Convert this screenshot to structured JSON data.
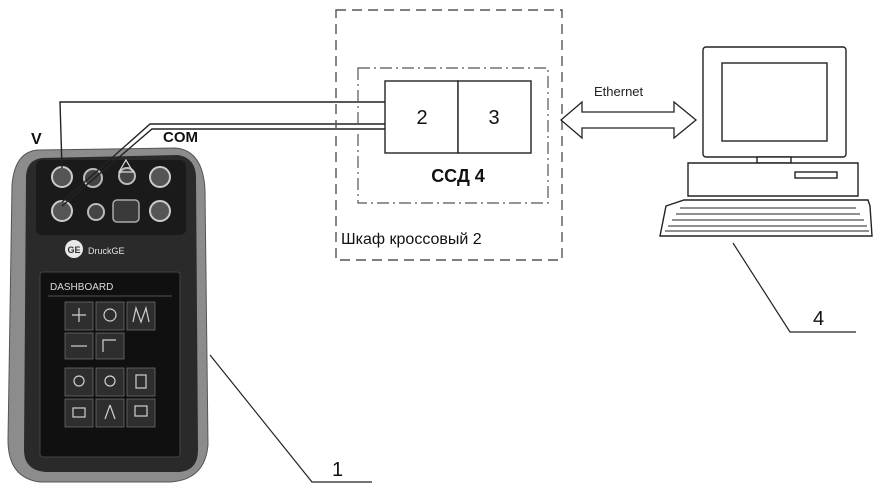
{
  "labels": {
    "v": "V",
    "com": "COM",
    "module_left": "2",
    "module_right": "3",
    "ssd": "ССД 4",
    "cabinet": "Шкаф кроссовый 2",
    "ethernet": "Ethernet",
    "callout_device": "1",
    "callout_pc": "4"
  },
  "device": {
    "screen_title": "DASHBOARD",
    "brand": "DruckGE",
    "logo": "GE"
  },
  "colors": {
    "line": "#222222",
    "device_body": "#8c8c8c",
    "device_screen": "#101010",
    "dashed": "#555555"
  }
}
